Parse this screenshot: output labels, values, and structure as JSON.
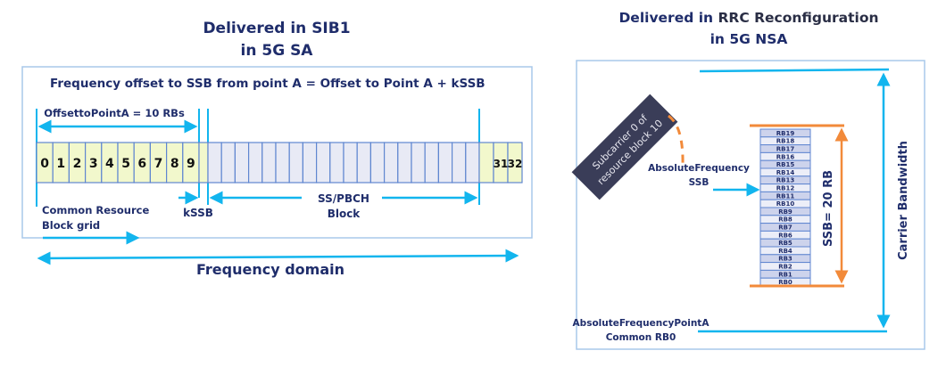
{
  "colors": {
    "navy": "#1f2d6b",
    "cyan": "#12b5ee",
    "orange": "#f28a3a",
    "frame": "#a9c8ea",
    "grid_border": "#5f86d0",
    "crb_fill": "#f2f8cc",
    "ssb_fill": "#e8eaf5",
    "rb_dark": "#cdd3ec",
    "rb_light": "#eceef8",
    "note_box": "#3a3d58"
  },
  "left_panel": {
    "title_line1": "Delivered in SIB1",
    "title_line2": "in 5G SA",
    "formula": "Frequency offset to SSB from point A = Offset to Point A + kSSB",
    "offset_label": "OffsettoPointA = 10 RBs",
    "crb_numbers": [
      "0",
      "1",
      "2",
      "3",
      "4",
      "5",
      "6",
      "7",
      "8",
      "9"
    ],
    "ssb_block_count": 20,
    "tail_labels": [
      "",
      "31",
      "32"
    ],
    "kssb_label": "kSSB",
    "ssb_label_line1": "SS/PBCH",
    "ssb_label_line2": "Block",
    "crb_grid_line1": "Common Resource",
    "crb_grid_line2": "Block grid",
    "freq_domain_label": "Frequency domain"
  },
  "right_panel": {
    "title_part1": "Delivered in ",
    "title_part2": "RRC Reconfiguration",
    "title_line2": "in 5G NSA",
    "note_line1": "Subcarrier 0 of",
    "note_line2": "resource block 10",
    "abs_ssb_line1": "AbsoluteFrequency",
    "abs_ssb_line2": "SSB",
    "rb_labels": [
      "RB19",
      "RB18",
      "RB17",
      "RB16",
      "RB15",
      "RB14",
      "RB13",
      "RB12",
      "RB11",
      "RB10",
      "RB9",
      "RB8",
      "RB7",
      "RB6",
      "RB5",
      "RB4",
      "RB3",
      "RB2",
      "RB1",
      "RB0"
    ],
    "ssb_size_label": "SSB= 20 RB",
    "carrier_bw_label": "Carrier Bandwidth",
    "point_a_line1": "AbsoluteFrequencyPointA",
    "point_a_line2": "Common RB0"
  }
}
